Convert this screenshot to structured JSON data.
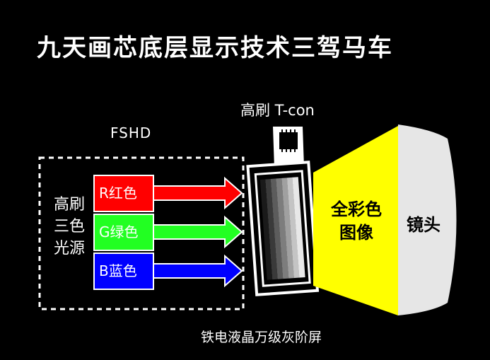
{
  "title": "九天画芯底层显示技术三驾马车",
  "tcon_label": "高刷 T-con",
  "fshd_label": "FSHD",
  "light_source": {
    "line1": "高刷",
    "line2": "三色",
    "line3": "光源"
  },
  "channels": [
    {
      "label": "R红色",
      "color": "#ff0000"
    },
    {
      "label": "G绿色",
      "color": "#22ff22"
    },
    {
      "label": "B蓝色",
      "color": "#0000ff"
    }
  ],
  "full_color": {
    "line1": "全彩色",
    "line2": "图像"
  },
  "lens_label": "镜头",
  "lcd_label": "铁电液晶万级灰阶屏",
  "colors": {
    "background": "#000000",
    "beam": "#ffff00",
    "lens": "#e6e6e6",
    "text": "#ffffff"
  }
}
